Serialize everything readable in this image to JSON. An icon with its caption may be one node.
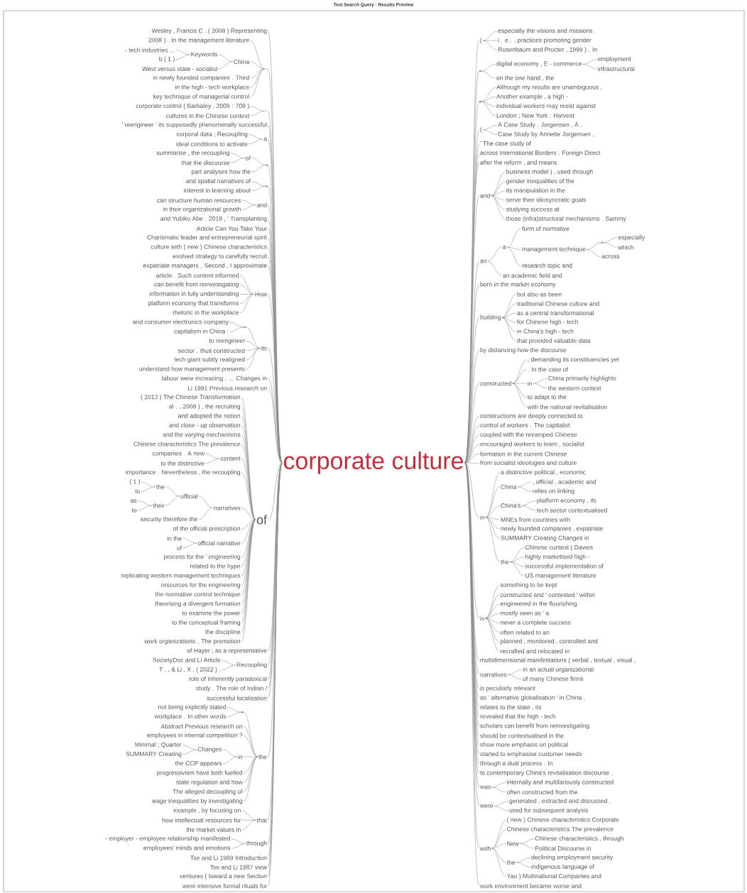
{
  "diagram": {
    "title": "Text Search Query - Results Preview",
    "nodes": [
      {
        "text": [
          "corporate culture"
        ]
      },
      {
        "text": [
          "Wesley , Francis C . ( 2008 ) Representing"
        ]
      },
      {
        "text": [
          ","
        ]
      },
      {
        "text": [
          "2008 ) . In the management literature"
        ]
      },
      {
        "text": [
          "China"
        ]
      },
      {
        "text": [
          "Keywords"
        ]
      },
      {
        "text": [
          "- tech industries ..."
        ]
      },
      {
        "text": [
          "b ( 1 )"
        ]
      },
      {
        "text": [
          "West versus state - socialist"
        ]
      },
      {
        "text": [
          "in newly founded companies . Third"
        ]
      },
      {
        "text": [
          "in the high - tech workplace"
        ]
      },
      {
        "text": [
          "key technique of managerial control"
        ]
      },
      {
        "text": [
          "."
        ]
      },
      {
        "text": [
          "corporate control ( Barbaley , 2009 : 709 )"
        ]
      },
      {
        "text": [
          "cultures in the Chinese context"
        ]
      },
      {
        "text": [
          "' reengineer ' its supposedly phenomenally successful"
        ]
      },
      {
        "text": [
          "a"
        ]
      },
      {
        "text": [
          "corporal data ; Recoupling"
        ]
      },
      {
        "text": [
          "ideal conditions to activate"
        ]
      },
      {
        "text": [],
        "shape": "point"
      },
      {
        "text": [
          "of"
        ]
      },
      {
        "text": [
          "summarise , the recoupling"
        ]
      },
      {
        "text": [
          "that the discourse"
        ]
      },
      {
        "text": [
          "part analyses how the"
        ]
      },
      {
        "text": [],
        "shape": "point"
      },
      {
        "text": [
          "and spatial narratives of"
        ]
      },
      {
        "text": [
          "interest in learning about"
        ]
      },
      {
        "text": [
          "and"
        ]
      },
      {
        "text": [
          "can structure human resources"
        ]
      },
      {
        "text": [
          "in their organizational growth"
        ]
      },
      {
        "text": [
          "and Yubiko Abe . 2019 , ' Transplanting"
        ]
      },
      {
        "text": [
          "Article Can You Take Your"
        ]
      },
      {
        "text": [
          "Charismatic leader and entrepreneurial spirit"
        ]
      },
      {
        "text": [
          "culture with ( new ) Chinese characteristics"
        ]
      },
      {
        "text": [
          "evolved strategy to carefully recruit"
        ]
      },
      {
        "text": [
          "expatriate managers . Second , I approximate"
        ]
      },
      {
        "text": [
          "How"
        ]
      },
      {
        "text": [
          "article . Such content informed"
        ]
      },
      {
        "text": [
          "can benefit from reinvestigating"
        ]
      },
      {
        "text": [
          "information in fully understanding"
        ]
      },
      {
        "text": [
          "platform economy that transforms"
        ]
      },
      {
        "text": [
          "rhetoric in the workplace"
        ]
      },
      {
        "text": [
          "its"
        ]
      },
      {
        "text": [],
        "shape": "point"
      },
      {
        "text": [
          "and consumer electronics company"
        ]
      },
      {
        "text": [
          "capitalism in China :"
        ]
      },
      {
        "text": [
          "to reengineer"
        ]
      },
      {
        "text": [
          "sector . thus constructed"
        ]
      },
      {
        "text": [
          "tech giant subtly realigned"
        ]
      },
      {
        "text": [
          "understand how management presents"
        ]
      },
      {
        "text": [
          "labour were increasing . ... Changes in"
        ]
      },
      {
        "text": [
          "Li 1991 Previous research on"
        ]
      },
      {
        "text": [
          "of"
        ]
      },
      {
        "text": [
          "( 2013 ) The Chinese Transformation"
        ]
      },
      {
        "text": [
          "al . , 2008 ) , the recruiting"
        ]
      },
      {
        "text": [
          "and adopted the notion"
        ]
      },
      {
        "text": [
          "and close - up observation"
        ]
      },
      {
        "text": [
          "and the varying mechanisms"
        ]
      },
      {
        "text": [
          "Chinese characteristics The prevalence"
        ]
      },
      {
        "text": [
          "content"
        ]
      },
      {
        "text": [
          "companies . A new"
        ]
      },
      {
        "text": [
          "to the distinctive"
        ]
      },
      {
        "text": [
          "importance . Nevertheless , the recoupling"
        ]
      },
      {
        "text": [
          "narratives"
        ]
      },
      {
        "text": [
          "official"
        ]
      },
      {
        "text": [
          "the"
        ]
      },
      {
        "text": [
          "( 1 )"
        ]
      },
      {
        "text": [
          "to"
        ]
      },
      {
        "text": [
          "their"
        ]
      },
      {
        "text": [
          "as"
        ]
      },
      {
        "text": [
          "to"
        ]
      },
      {
        "text": [
          "security therefore the"
        ]
      },
      {
        "text": [
          "of the official prescription"
        ]
      },
      {
        "text": [
          "official narrative"
        ]
      },
      {
        "text": [
          "in the"
        ]
      },
      {
        "text": [
          "of"
        ]
      },
      {
        "text": [
          "process for the ' engineering"
        ]
      },
      {
        "text": [
          "related to the hype"
        ]
      },
      {
        "text": [
          "replicating western management techniques"
        ]
      },
      {
        "text": [
          "resources for the engineering"
        ]
      },
      {
        "text": [
          "the normative control technique"
        ]
      },
      {
        "text": [
          "theorising a divergent formation"
        ]
      },
      {
        "text": [
          "to examine the power"
        ]
      },
      {
        "text": [
          "to the conceptual framing"
        ]
      },
      {
        "text": [
          "the discipline"
        ]
      },
      {
        "text": [
          "work organizations . The promotion"
        ]
      },
      {
        "text": [
          "of Hayer ; as a representative"
        ]
      },
      {
        "text": [
          "Recoupling"
        ]
      },
      {
        "text": [
          "SocietyDoc and Li Article"
        ]
      },
      {
        "text": [
          "T . , & Li , X . ( 2022 ) ."
        ]
      },
      {
        "text": [
          "role of inherently paradoxical"
        ]
      },
      {
        "text": [
          "study . The role of Indian /"
        ]
      },
      {
        "text": [
          "successful localisation"
        ]
      },
      {
        "text": [
          "the"
        ]
      },
      {
        "text": [],
        "shape": "point"
      },
      {
        "text": [
          "not being explicitly stated"
        ]
      },
      {
        "text": [
          "workplace . In other words"
        ]
      },
      {
        "text": [
          "Abstract Previous research on"
        ]
      },
      {
        "text": [
          "employees in internal competition ?"
        ]
      },
      {
        "text": [
          "in"
        ]
      },
      {
        "text": [
          "Changes"
        ]
      },
      {
        "text": [
          "Minimal ; Quarter"
        ]
      },
      {
        "text": [
          "SUMMARY Creating"
        ]
      },
      {
        "text": [
          "the CCP appears"
        ]
      },
      {
        "text": [
          "progressivism have both fuelled"
        ]
      },
      {
        "text": [
          "state regulation and how"
        ]
      },
      {
        "text": [
          "The alleged decoupling of"
        ]
      },
      {
        "text": [
          "wage inequalities by investigating"
        ]
      },
      {
        "text": [
          "that"
        ]
      },
      {
        "text": [
          "example , by focusing on"
        ]
      },
      {
        "text": [
          "how intellectual resources for"
        ]
      },
      {
        "text": [
          "the market values in"
        ]
      },
      {
        "text": [
          "through"
        ]
      },
      {
        "text": [
          "- employer - employee relationship manifested"
        ]
      },
      {
        "text": [
          "employees' minds and emotions"
        ]
      },
      {
        "text": [
          "Tse and Li 1989 Introduction"
        ]
      },
      {
        "text": [
          "Tse and Li 1987 view"
        ]
      },
      {
        "text": [
          "ventures ( toward a new Section"
        ]
      },
      {
        "text": [
          "were intensive formal rituals for"
        ]
      },
      {
        "text": [
          "("
        ]
      },
      {
        "text": [
          "especially the visions and missions"
        ]
      },
      {
        "text": [
          "i . e . , practices promoting gender"
        ]
      },
      {
        "text": [
          "Rosenbaum and Procter , 1999 ) . In"
        ]
      },
      {
        "text": [],
        "shape": "point"
      },
      {
        "text": [
          "digital economy , E - commerce"
        ]
      },
      {
        "text": [
          "employment"
        ]
      },
      {
        "text": [
          "infrastructural"
        ]
      },
      {
        "text": [
          "on the one hand , the"
        ]
      },
      {
        "text": [],
        "shape": "point"
      },
      {
        "text": [
          "Although my results are unambiguous ,"
        ]
      },
      {
        "text": [
          "Another example , a high -"
        ]
      },
      {
        "text": [
          "individual workers may resist against"
        ]
      },
      {
        "text": [
          "London ; New York : Harvest"
        ]
      },
      {
        "text": [
          "("
        ]
      },
      {
        "text": [
          "A Case Study . Jorgensen , A ."
        ]
      },
      {
        "text": [
          "Case Study by Annette Jorgensen ,"
        ]
      },
      {
        "text": [
          "' The case study of"
        ]
      },
      {
        "text": [
          "across International Borders : Foreign Direct"
        ]
      },
      {
        "text": [
          "after the reform , and means"
        ]
      },
      {
        "text": [
          "and"
        ]
      },
      {
        "text": [
          "business model ) , used through"
        ]
      },
      {
        "text": [
          "gender inequalities of the"
        ]
      },
      {
        "text": [
          "its manipulation in the"
        ]
      },
      {
        "text": [
          "serve their idiosyncratic goals"
        ]
      },
      {
        "text": [
          "studying success at"
        ]
      },
      {
        "text": [
          "those (infra)structural mechanisms . Sammy"
        ]
      },
      {
        "text": [
          "an"
        ]
      },
      {
        "text": [
          "a"
        ]
      },
      {
        "text": [
          "form of normative"
        ]
      },
      {
        "text": [
          "management technique"
        ]
      },
      {
        "text": [],
        "shape": "point"
      },
      {
        "text": [
          "especially"
        ]
      },
      {
        "text": [
          "which"
        ]
      },
      {
        "text": [
          "across"
        ]
      },
      {
        "text": [
          "research topic and"
        ]
      },
      {
        "text": [
          "an academic field and"
        ]
      },
      {
        "text": [
          "born in the market economy"
        ]
      },
      {
        "text": [
          "building"
        ]
      },
      {
        "text": [
          "but also as been"
        ]
      },
      {
        "text": [
          "traditional Chinese culture and"
        ]
      },
      {
        "text": [
          "as a central transformational"
        ]
      },
      {
        "text": [
          "for Chinese high - tech"
        ]
      },
      {
        "text": [
          "in China's high - tech"
        ]
      },
      {
        "text": [
          "that provided valuable data"
        ]
      },
      {
        "text": [
          "by distancing how the discourse"
        ]
      },
      {
        "text": [
          "constructed"
        ]
      },
      {
        "text": [
          ", demanding its constituencies yet"
        ]
      },
      {
        "text": [
          ". In the case of"
        ]
      },
      {
        "text": [
          "in"
        ]
      },
      {
        "text": [
          "China primarily highlights"
        ]
      },
      {
        "text": [
          "the western context"
        ]
      },
      {
        "text": [
          "to adapt to the"
        ]
      },
      {
        "text": [
          "with the national revitalisation"
        ]
      },
      {
        "text": [
          "constructions are deeply connected to"
        ]
      },
      {
        "text": [
          "control of workers . The capitalist"
        ]
      },
      {
        "text": [
          "coupled with the revamped Chinese"
        ]
      },
      {
        "text": [
          "encouraged workers to learn , socialist"
        ]
      },
      {
        "text": [
          "formation in the current Chinese"
        ]
      },
      {
        "text": [
          "from socialist ideologies and culture"
        ]
      },
      {
        "text": [
          "in"
        ]
      },
      {
        "text": [
          "a distinctive political , economic"
        ]
      },
      {
        "text": [
          "China"
        ]
      },
      {
        "text": [
          ", official , academic and"
        ]
      },
      {
        "text": [
          "relies on linking"
        ]
      },
      {
        "text": [
          "China's"
        ]
      },
      {
        "text": [
          "platform economy , its"
        ]
      },
      {
        "text": [
          "tech sector contextualised"
        ]
      },
      {
        "text": [
          "MNEs from countries with"
        ]
      },
      {
        "text": [
          "newly founded companies , expatriate"
        ]
      },
      {
        "text": [
          "SUMMARY Creating Changes in"
        ]
      },
      {
        "text": [
          "the"
        ]
      },
      {
        "text": [
          "Chinese context ( Davies"
        ]
      },
      {
        "text": [
          "highly marketised high -"
        ]
      },
      {
        "text": [
          "successful implementation of"
        ]
      },
      {
        "text": [
          "US management literature"
        ]
      },
      {
        "text": [
          "is"
        ]
      },
      {
        "text": [
          "something to be kept"
        ]
      },
      {
        "text": [
          "constructed and ' contested ' within"
        ]
      },
      {
        "text": [
          "engineered in the flourishing"
        ]
      },
      {
        "text": [
          "mostly seen as ' a"
        ]
      },
      {
        "text": [
          "never a complete success"
        ]
      },
      {
        "text": [
          "often related to an"
        ]
      },
      {
        "text": [
          "planned , monitored , controlled and"
        ]
      },
      {
        "text": [
          "recrafted and relocated in"
        ]
      },
      {
        "text": [
          "multidimensional manifestations ( verbal , textual , visual ,"
        ]
      },
      {
        "text": [
          "narratives"
        ]
      },
      {
        "text": [
          "in an actual organizational"
        ]
      },
      {
        "text": [
          "of many Chinese firms"
        ]
      },
      {
        "text": [
          "is peculiarly relevant"
        ]
      },
      {
        "text": [
          "as ' alternative globalisation ' in China ,"
        ]
      },
      {
        "text": [
          "relates to the state , its"
        ]
      },
      {
        "text": [
          "revealed that the high - tech"
        ]
      },
      {
        "text": [
          "scholars can benefit from reinvestigating"
        ]
      },
      {
        "text": [
          "should be contextualised in the"
        ]
      },
      {
        "text": [
          "show more emphasis on political"
        ]
      },
      {
        "text": [
          "started to emphasise customer needs"
        ]
      },
      {
        "text": [
          "through a dual process . In"
        ]
      },
      {
        "text": [
          "to contemporary China's revitalisation discourse ."
        ]
      },
      {
        "text": [
          "was"
        ]
      },
      {
        "text": [
          "internally and multifariously constructed"
        ]
      },
      {
        "text": [
          "often constructed from the"
        ]
      },
      {
        "text": [
          "were"
        ]
      },
      {
        "text": [
          "generated , extracted and discussed ."
        ]
      },
      {
        "text": [
          "used for subsequent analysis"
        ]
      },
      {
        "text": [
          "with"
        ]
      },
      {
        "text": [
          "( new ) Chinese characteristics Corporate"
        ]
      },
      {
        "text": [
          "Chinese characteristics The prevalence"
        ]
      },
      {
        "text": [
          "New"
        ]
      },
      {
        "text": [
          "Chinese characteristics , through"
        ]
      },
      {
        "text": [
          "Political Discourse in"
        ]
      },
      {
        "text": [
          "the"
        ]
      },
      {
        "text": [
          "declining employment security"
        ]
      },
      {
        "text": [
          "indigenous language of"
        ]
      },
      {
        "text": [
          "Yao ) Multinational Companies and"
        ]
      },
      {
        "text": [
          "work environment became worse and"
        ]
      }
    ],
    "edges": [
      {
        "from": 1,
        "to": 0,
        "arrow": "none"
      },
      {
        "from": 2,
        "to": 0,
        "arrow": "none"
      },
      {
        "from": 3,
        "to": 2,
        "arrow": "none"
      },
      {
        "from": 4,
        "to": 2,
        "arrow": "none"
      },
      {
        "from": 5,
        "to": 4,
        "arrow": "none"
      },
      {
        "from": 6,
        "to": 5,
        "arrow": "none"
      },
      {
        "from": 7,
        "to": 5,
        "arrow": "none"
      },
      {
        "from": 8,
        "to": 4,
        "arrow": "none"
      },
      {
        "from": 9,
        "to": 2,
        "arrow": "none"
      },
      {
        "from": 10,
        "to": 2,
        "arrow": "none"
      },
      {
        "from": 11,
        "to": 2,
        "arrow": "none"
      },
      {
        "from": 12,
        "to": 0,
        "arrow": "none"
      },
      {
        "from": 13,
        "to": 12,
        "arrow": "none"
      },
      {
        "from": 14,
        "to": 12,
        "arrow": "none"
      },
      {
        "from": 15,
        "to": 0,
        "arrow": "none"
      },
      {
        "from": 16,
        "to": 0,
        "arrow": "none"
      },
      {
        "from": 17,
        "to": 16,
        "arrow": "none"
      },
      {
        "from": 18,
        "to": 16,
        "arrow": "none"
      },
      {
        "from": 19,
        "to": 0,
        "arrow": "none"
      },
      {
        "from": 20,
        "to": 19,
        "arrow": "none"
      },
      {
        "from": 21,
        "to": 20,
        "arrow": "none"
      },
      {
        "from": 22,
        "to": 20,
        "arrow": "none"
      },
      {
        "from": 23,
        "to": 19,
        "arrow": "none"
      },
      {
        "from": 24,
        "to": 0,
        "arrow": "none"
      },
      {
        "from": 25,
        "to": 24,
        "arrow": "none"
      },
      {
        "from": 26,
        "to": 24,
        "arrow": "none"
      },
      {
        "from": 27,
        "to": 0,
        "arrow": "none"
      },
      {
        "from": 28,
        "to": 27,
        "arrow": "none"
      },
      {
        "from": 29,
        "to": 27,
        "arrow": "none"
      },
      {
        "from": 30,
        "to": 0,
        "arrow": "none"
      },
      {
        "from": 31,
        "to": 0,
        "arrow": "none"
      },
      {
        "from": 32,
        "to": 0,
        "arrow": "none"
      },
      {
        "from": 33,
        "to": 0,
        "arrow": "none"
      },
      {
        "from": 34,
        "to": 0,
        "arrow": "none"
      },
      {
        "from": 35,
        "to": 0,
        "arrow": "none"
      },
      {
        "from": 36,
        "to": 0,
        "arrow": "none"
      },
      {
        "from": 37,
        "to": 36,
        "arrow": "none"
      },
      {
        "from": 38,
        "to": 36,
        "arrow": "none"
      },
      {
        "from": 39,
        "to": 36,
        "arrow": "none"
      },
      {
        "from": 40,
        "to": 36,
        "arrow": "none"
      },
      {
        "from": 41,
        "to": 36,
        "arrow": "none"
      },
      {
        "from": 42,
        "to": 0,
        "arrow": "none"
      },
      {
        "from": 43,
        "to": 42,
        "arrow": "none"
      },
      {
        "from": 44,
        "to": 43,
        "arrow": "none"
      },
      {
        "from": 45,
        "to": 43,
        "arrow": "none"
      },
      {
        "from": 46,
        "to": 42,
        "arrow": "none"
      },
      {
        "from": 47,
        "to": 42,
        "arrow": "none"
      },
      {
        "from": 48,
        "to": 42,
        "arrow": "none"
      },
      {
        "from": 49,
        "to": 42,
        "arrow": "none"
      },
      {
        "from": 50,
        "to": 0,
        "arrow": "none"
      },
      {
        "from": 51,
        "to": 0,
        "arrow": "none"
      },
      {
        "from": 52,
        "to": 0,
        "arrow": "none"
      },
      {
        "from": 53,
        "to": 52,
        "arrow": "none"
      },
      {
        "from": 54,
        "to": 52,
        "arrow": "none"
      },
      {
        "from": 55,
        "to": 52,
        "arrow": "none"
      },
      {
        "from": 56,
        "to": 52,
        "arrow": "none"
      },
      {
        "from": 57,
        "to": 52,
        "arrow": "none"
      },
      {
        "from": 58,
        "to": 52,
        "arrow": "none"
      },
      {
        "from": 59,
        "to": 52,
        "arrow": "none"
      },
      {
        "from": 60,
        "to": 59,
        "arrow": "none"
      },
      {
        "from": 61,
        "to": 59,
        "arrow": "none"
      },
      {
        "from": 62,
        "to": 52,
        "arrow": "none"
      },
      {
        "from": 63,
        "to": 52,
        "arrow": "none"
      },
      {
        "from": 64,
        "to": 63,
        "arrow": "none"
      },
      {
        "from": 65,
        "to": 64,
        "arrow": "none"
      },
      {
        "from": 66,
        "to": 65,
        "arrow": "none"
      },
      {
        "from": 67,
        "to": 65,
        "arrow": "none"
      },
      {
        "from": 68,
        "to": 64,
        "arrow": "none"
      },
      {
        "from": 69,
        "to": 68,
        "arrow": "none"
      },
      {
        "from": 70,
        "to": 68,
        "arrow": "none"
      },
      {
        "from": 71,
        "to": 63,
        "arrow": "none"
      },
      {
        "from": 72,
        "to": 52,
        "arrow": "none"
      },
      {
        "from": 73,
        "to": 52,
        "arrow": "none"
      },
      {
        "from": 74,
        "to": 73,
        "arrow": "none"
      },
      {
        "from": 75,
        "to": 73,
        "arrow": "none"
      },
      {
        "from": 76,
        "to": 52,
        "arrow": "none"
      },
      {
        "from": 77,
        "to": 52,
        "arrow": "none"
      },
      {
        "from": 78,
        "to": 52,
        "arrow": "none"
      },
      {
        "from": 79,
        "to": 52,
        "arrow": "none"
      },
      {
        "from": 80,
        "to": 52,
        "arrow": "none"
      },
      {
        "from": 81,
        "to": 52,
        "arrow": "none"
      },
      {
        "from": 82,
        "to": 52,
        "arrow": "none"
      },
      {
        "from": 83,
        "to": 52,
        "arrow": "none"
      },
      {
        "from": 84,
        "to": 52,
        "arrow": "none"
      },
      {
        "from": 85,
        "to": 52,
        "arrow": "none"
      },
      {
        "from": 86,
        "to": 0,
        "arrow": "none"
      },
      {
        "from": 87,
        "to": 0,
        "arrow": "none"
      },
      {
        "from": 88,
        "to": 87,
        "arrow": "none"
      },
      {
        "from": 89,
        "to": 87,
        "arrow": "none"
      },
      {
        "from": 90,
        "to": 0,
        "arrow": "none"
      },
      {
        "from": 91,
        "to": 0,
        "arrow": "none"
      },
      {
        "from": 92,
        "to": 0,
        "arrow": "none"
      },
      {
        "from": 93,
        "to": 0,
        "arrow": "none"
      },
      {
        "from": 94,
        "to": 93,
        "arrow": "none"
      },
      {
        "from": 95,
        "to": 94,
        "arrow": "none"
      },
      {
        "from": 96,
        "to": 94,
        "arrow": "none"
      },
      {
        "from": 97,
        "to": 93,
        "arrow": "none"
      },
      {
        "from": 98,
        "to": 93,
        "arrow": "none"
      },
      {
        "from": 99,
        "to": 93,
        "arrow": "none"
      },
      {
        "from": 100,
        "to": 99,
        "arrow": "none"
      },
      {
        "from": 101,
        "to": 100,
        "arrow": "none"
      },
      {
        "from": 102,
        "to": 100,
        "arrow": "none"
      },
      {
        "from": 103,
        "to": 99,
        "arrow": "none"
      },
      {
        "from": 104,
        "to": 93,
        "arrow": "none"
      },
      {
        "from": 105,
        "to": 93,
        "arrow": "none"
      },
      {
        "from": 106,
        "to": 93,
        "arrow": "none"
      },
      {
        "from": 107,
        "to": 93,
        "arrow": "none"
      },
      {
        "from": 108,
        "to": 0,
        "arrow": "none"
      },
      {
        "from": 109,
        "to": 108,
        "arrow": "none"
      },
      {
        "from": 110,
        "to": 108,
        "arrow": "none"
      },
      {
        "from": 111,
        "to": 108,
        "arrow": "none"
      },
      {
        "from": 112,
        "to": 0,
        "arrow": "none"
      },
      {
        "from": 113,
        "to": 112,
        "arrow": "none"
      },
      {
        "from": 114,
        "to": 112,
        "arrow": "none"
      },
      {
        "from": 115,
        "to": 0,
        "arrow": "none"
      },
      {
        "from": 116,
        "to": 0,
        "arrow": "none"
      },
      {
        "from": 117,
        "to": 0,
        "arrow": "none"
      },
      {
        "from": 118,
        "to": 0,
        "arrow": "none"
      },
      {
        "from": 0,
        "to": 119,
        "arrow": "none"
      },
      {
        "from": 119,
        "to": 120,
        "arrow": "none"
      },
      {
        "from": 119,
        "to": 121,
        "arrow": "none"
      },
      {
        "from": 119,
        "to": 122,
        "arrow": "none"
      },
      {
        "from": 0,
        "to": 123,
        "arrow": "none"
      },
      {
        "from": 123,
        "to": 124,
        "arrow": "none"
      },
      {
        "from": 124,
        "to": 125,
        "arrow": "none"
      },
      {
        "from": 124,
        "to": 126,
        "arrow": "none"
      },
      {
        "from": 123,
        "to": 127,
        "arrow": "none"
      },
      {
        "from": 0,
        "to": 128,
        "arrow": "none"
      },
      {
        "from": 128,
        "to": 129,
        "arrow": "none"
      },
      {
        "from": 128,
        "to": 130,
        "arrow": "none"
      },
      {
        "from": 128,
        "to": 131,
        "arrow": "none"
      },
      {
        "from": 128,
        "to": 132,
        "arrow": "none"
      },
      {
        "from": 0,
        "to": 133,
        "arrow": "none"
      },
      {
        "from": 133,
        "to": 134,
        "arrow": "none"
      },
      {
        "from": 133,
        "to": 135,
        "arrow": "none"
      },
      {
        "from": 0,
        "to": 136,
        "arrow": "none"
      },
      {
        "from": 0,
        "to": 137,
        "arrow": "none"
      },
      {
        "from": 0,
        "to": 138,
        "arrow": "none"
      },
      {
        "from": 0,
        "to": 139,
        "arrow": "none"
      },
      {
        "from": 139,
        "to": 140,
        "arrow": "none"
      },
      {
        "from": 139,
        "to": 141,
        "arrow": "none"
      },
      {
        "from": 139,
        "to": 142,
        "arrow": "none"
      },
      {
        "from": 139,
        "to": 143,
        "arrow": "none"
      },
      {
        "from": 139,
        "to": 144,
        "arrow": "none"
      },
      {
        "from": 139,
        "to": 145,
        "arrow": "none"
      },
      {
        "from": 0,
        "to": 146,
        "arrow": "none"
      },
      {
        "from": 146,
        "to": 147,
        "arrow": "none"
      },
      {
        "from": 147,
        "to": 148,
        "arrow": "none"
      },
      {
        "from": 147,
        "to": 149,
        "arrow": "none"
      },
      {
        "from": 149,
        "to": 150,
        "arrow": "none"
      },
      {
        "from": 150,
        "to": 151,
        "arrow": "none"
      },
      {
        "from": 150,
        "to": 152,
        "arrow": "none"
      },
      {
        "from": 149,
        "to": 153,
        "arrow": "none"
      },
      {
        "from": 147,
        "to": 154,
        "arrow": "none"
      },
      {
        "from": 146,
        "to": 155,
        "arrow": "none"
      },
      {
        "from": 0,
        "to": 156,
        "arrow": "none"
      },
      {
        "from": 0,
        "to": 157,
        "arrow": "none"
      },
      {
        "from": 157,
        "to": 158,
        "arrow": "none"
      },
      {
        "from": 157,
        "to": 159,
        "arrow": "none"
      },
      {
        "from": 157,
        "to": 160,
        "arrow": "none"
      },
      {
        "from": 157,
        "to": 161,
        "arrow": "none"
      },
      {
        "from": 157,
        "to": 162,
        "arrow": "none"
      },
      {
        "from": 157,
        "to": 163,
        "arrow": "none"
      },
      {
        "from": 0,
        "to": 164,
        "arrow": "none"
      },
      {
        "from": 0,
        "to": 165,
        "arrow": "none"
      },
      {
        "from": 165,
        "to": 166,
        "arrow": "none"
      },
      {
        "from": 165,
        "to": 167,
        "arrow": "none"
      },
      {
        "from": 165,
        "to": 168,
        "arrow": "none"
      },
      {
        "from": 168,
        "to": 169,
        "arrow": "none"
      },
      {
        "from": 168,
        "to": 170,
        "arrow": "none"
      },
      {
        "from": 165,
        "to": 171,
        "arrow": "none"
      },
      {
        "from": 165,
        "to": 172,
        "arrow": "none"
      },
      {
        "from": 0,
        "to": 173,
        "arrow": "none"
      },
      {
        "from": 0,
        "to": 174,
        "arrow": "none"
      },
      {
        "from": 0,
        "to": 175,
        "arrow": "none"
      },
      {
        "from": 0,
        "to": 176,
        "arrow": "none"
      },
      {
        "from": 0,
        "to": 177,
        "arrow": "none"
      },
      {
        "from": 0,
        "to": 178,
        "arrow": "none"
      },
      {
        "from": 0,
        "to": 179,
        "arrow": "none"
      },
      {
        "from": 179,
        "to": 180,
        "arrow": "none"
      },
      {
        "from": 179,
        "to": 181,
        "arrow": "none"
      },
      {
        "from": 181,
        "to": 182,
        "arrow": "none"
      },
      {
        "from": 181,
        "to": 183,
        "arrow": "none"
      },
      {
        "from": 179,
        "to": 184,
        "arrow": "none"
      },
      {
        "from": 184,
        "to": 185,
        "arrow": "none"
      },
      {
        "from": 184,
        "to": 186,
        "arrow": "none"
      },
      {
        "from": 179,
        "to": 187,
        "arrow": "none"
      },
      {
        "from": 179,
        "to": 188,
        "arrow": "none"
      },
      {
        "from": 179,
        "to": 189,
        "arrow": "none"
      },
      {
        "from": 179,
        "to": 190,
        "arrow": "none"
      },
      {
        "from": 190,
        "to": 191,
        "arrow": "none"
      },
      {
        "from": 190,
        "to": 192,
        "arrow": "none"
      },
      {
        "from": 190,
        "to": 193,
        "arrow": "none"
      },
      {
        "from": 190,
        "to": 194,
        "arrow": "none"
      },
      {
        "from": 0,
        "to": 195,
        "arrow": "none"
      },
      {
        "from": 195,
        "to": 196,
        "arrow": "none"
      },
      {
        "from": 195,
        "to": 197,
        "arrow": "none"
      },
      {
        "from": 195,
        "to": 198,
        "arrow": "none"
      },
      {
        "from": 195,
        "to": 199,
        "arrow": "none"
      },
      {
        "from": 195,
        "to": 200,
        "arrow": "none"
      },
      {
        "from": 195,
        "to": 201,
        "arrow": "none"
      },
      {
        "from": 195,
        "to": 202,
        "arrow": "none"
      },
      {
        "from": 195,
        "to": 203,
        "arrow": "none"
      },
      {
        "from": 0,
        "to": 204,
        "arrow": "none"
      },
      {
        "from": 0,
        "to": 205,
        "arrow": "none"
      },
      {
        "from": 205,
        "to": 206,
        "arrow": "none"
      },
      {
        "from": 205,
        "to": 207,
        "arrow": "none"
      },
      {
        "from": 0,
        "to": 208,
        "arrow": "none"
      },
      {
        "from": 0,
        "to": 209,
        "arrow": "none"
      },
      {
        "from": 0,
        "to": 210,
        "arrow": "none"
      },
      {
        "from": 0,
        "to": 211,
        "arrow": "none"
      },
      {
        "from": 0,
        "to": 212,
        "arrow": "none"
      },
      {
        "from": 0,
        "to": 213,
        "arrow": "none"
      },
      {
        "from": 0,
        "to": 214,
        "arrow": "none"
      },
      {
        "from": 0,
        "to": 215,
        "arrow": "none"
      },
      {
        "from": 0,
        "to": 216,
        "arrow": "none"
      },
      {
        "from": 0,
        "to": 217,
        "arrow": "none"
      },
      {
        "from": 0,
        "to": 218,
        "arrow": "none"
      },
      {
        "from": 218,
        "to": 219,
        "arrow": "none"
      },
      {
        "from": 218,
        "to": 220,
        "arrow": "none"
      },
      {
        "from": 0,
        "to": 221,
        "arrow": "none"
      },
      {
        "from": 221,
        "to": 222,
        "arrow": "none"
      },
      {
        "from": 221,
        "to": 223,
        "arrow": "none"
      },
      {
        "from": 0,
        "to": 224,
        "arrow": "none"
      },
      {
        "from": 224,
        "to": 225,
        "arrow": "none"
      },
      {
        "from": 224,
        "to": 226,
        "arrow": "none"
      },
      {
        "from": 224,
        "to": 227,
        "arrow": "none"
      },
      {
        "from": 227,
        "to": 228,
        "arrow": "none"
      },
      {
        "from": 227,
        "to": 229,
        "arrow": "none"
      },
      {
        "from": 224,
        "to": 230,
        "arrow": "none"
      },
      {
        "from": 230,
        "to": 231,
        "arrow": "none"
      },
      {
        "from": 230,
        "to": 232,
        "arrow": "none"
      },
      {
        "from": 224,
        "to": 233,
        "arrow": "none"
      },
      {
        "from": 0,
        "to": 234,
        "arrow": "none"
      }
    ]
  }
}
